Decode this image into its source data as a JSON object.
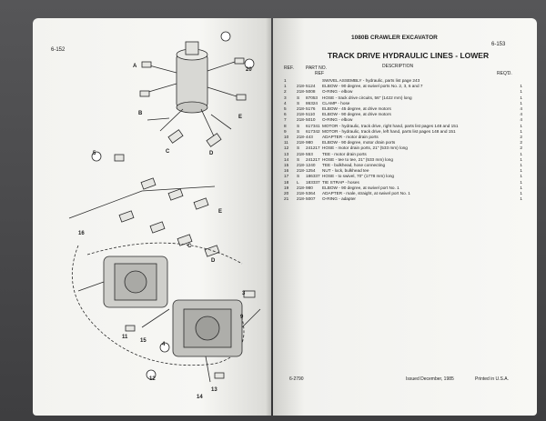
{
  "left_page": {
    "page_number": "6-152",
    "callouts": [
      "A",
      "B",
      "C",
      "D",
      "E",
      "E",
      "C",
      "D",
      "20",
      "5",
      "16",
      "11",
      "15",
      "4",
      "3",
      "9",
      "12",
      "13",
      "14"
    ]
  },
  "right_page": {
    "page_number": "6-153",
    "document_title": "1080B CRAWLER EXCAVATOR",
    "section_title": "TRACK DRIVE HYDRAULIC LINES - LOWER",
    "headers": {
      "ref": "REF.",
      "ref2": "REF",
      "part_no": "PART NO.",
      "description": "DESCRIPTION",
      "qty": "REQ'D."
    },
    "parts": [
      {
        "ref": "1",
        "pre": "",
        "pn": "",
        "desc": "SWIVEL ASSEMBLY - hydraulic, parts list page 243",
        "qty": ""
      },
      {
        "ref": "1",
        "pre": "218-",
        "pn": "5124",
        "desc": "ELBOW - 90 degree, at swivel ports No. 2, 3, 6 and 7",
        "qty": "1"
      },
      {
        "ref": "2",
        "pre": "218-",
        "pn": "5008",
        "desc": "O-RING - elbow",
        "qty": "1"
      },
      {
        "ref": "3",
        "pre": "S",
        "pn": "87053",
        "desc": "HOSE - track drive circuits, 56\" (1422 mm) long",
        "qty": "1"
      },
      {
        "ref": "4",
        "pre": "S",
        "pn": "86324",
        "desc": "CLAMP - hose",
        "qty": "1"
      },
      {
        "ref": "5",
        "pre": "218-",
        "pn": "5176",
        "desc": "ELBOW - 45 degree, at drive motors",
        "qty": "4"
      },
      {
        "ref": "6",
        "pre": "218-",
        "pn": "5110",
        "desc": "ELBOW - 90 degree, at drive motors",
        "qty": "4"
      },
      {
        "ref": "7",
        "pre": "218-",
        "pn": "5010",
        "desc": "O-RING - elbow",
        "qty": "4"
      },
      {
        "ref": "8",
        "pre": "S",
        "pn": "617341",
        "desc": "MOTOR - hydraulic, track drive, right hand, parts list pages 148 and 151",
        "qty": "1"
      },
      {
        "ref": "9",
        "pre": "S",
        "pn": "617342",
        "desc": "MOTOR - hydraulic, track drive, left hand, parts list pages 148 and 151",
        "qty": "1"
      },
      {
        "ref": "10",
        "pre": "218-",
        "pn": "443",
        "desc": "ADAPTER - motor drain ports",
        "qty": "2"
      },
      {
        "ref": "11",
        "pre": "218-",
        "pn": "980",
        "desc": "ELBOW - 90 degree, motor drain ports",
        "qty": "2"
      },
      {
        "ref": "12",
        "pre": "S",
        "pn": "241217",
        "desc": "HOSE - motor drain ports, 21\" (533 mm) long",
        "qty": "2"
      },
      {
        "ref": "13",
        "pre": "218-",
        "pn": "553",
        "desc": "TEE - motor drain ports",
        "qty": "1"
      },
      {
        "ref": "14",
        "pre": "S",
        "pn": "241217",
        "desc": "HOSE - tee to tee, 21\" (533 mm) long",
        "qty": "1"
      },
      {
        "ref": "15",
        "pre": "218-",
        "pn": "1240",
        "desc": "TEE - bulkhead, hose connecting",
        "qty": "1"
      },
      {
        "ref": "16",
        "pre": "218-",
        "pn": "1254",
        "desc": "NUT - lock, bulkhead tee",
        "qty": "1"
      },
      {
        "ref": "17",
        "pre": "S",
        "pn": "186337",
        "desc": "HOSE - to swivel, 70\" (1778 mm) long",
        "qty": "1"
      },
      {
        "ref": "18",
        "pre": "L",
        "pn": "183337",
        "desc": "TIE STRAP - hoses",
        "qty": "1"
      },
      {
        "ref": "19",
        "pre": "218-",
        "pn": "980",
        "desc": "ELBOW - 90 degree, at swivel port No. 1",
        "qty": "1"
      },
      {
        "ref": "20",
        "pre": "218-",
        "pn": "5364",
        "desc": "ADAPTER - male, straight, at swivel port No. 1",
        "qty": "1"
      },
      {
        "ref": "21",
        "pre": "218-",
        "pn": "5007",
        "desc": "O-RING - adapter",
        "qty": "1"
      }
    ],
    "footer_left": "6-2790",
    "footer_issued": "Issued December, 1985",
    "footer_printed": "Printed in U.S.A."
  },
  "colors": {
    "paper": "#f6f6f3",
    "ink": "#1c1c1c",
    "background": "#4a4a4c"
  }
}
